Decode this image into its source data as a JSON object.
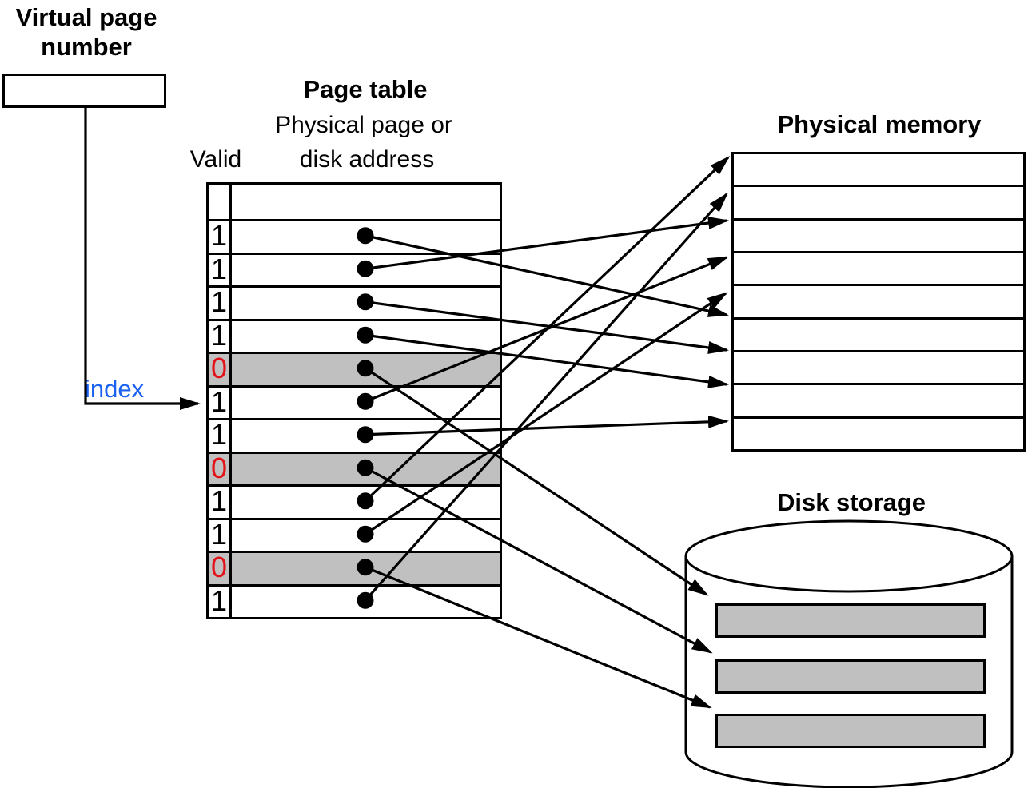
{
  "title_block": {
    "virtual_page_number": "Virtual page\nnumber",
    "index_label": "index"
  },
  "page_table": {
    "title": "Page table",
    "subtitle_line1": "Physical page or",
    "valid_column_header": "Valid",
    "address_column_header": "disk address",
    "valid_bits": [
      "1",
      "1",
      "1",
      "1",
      "0",
      "1",
      "1",
      "0",
      "1",
      "1",
      "0",
      "1"
    ]
  },
  "physical_memory": {
    "title": "Physical memory",
    "rows": 9
  },
  "disk_storage": {
    "title": "Disk storage",
    "blocks": 3
  },
  "connections": [
    {
      "entry": 1,
      "valid": "1",
      "target": "memory-6"
    },
    {
      "entry": 2,
      "valid": "1",
      "target": "memory-3"
    },
    {
      "entry": 3,
      "valid": "1",
      "target": "memory-7"
    },
    {
      "entry": 4,
      "valid": "1",
      "target": "memory-8"
    },
    {
      "entry": 5,
      "valid": "0",
      "target": "disk-1"
    },
    {
      "entry": 6,
      "valid": "1",
      "target": "memory-4"
    },
    {
      "entry": 7,
      "valid": "1",
      "target": "memory-9"
    },
    {
      "entry": 8,
      "valid": "0",
      "target": "disk-2"
    },
    {
      "entry": 9,
      "valid": "1",
      "target": "memory-1"
    },
    {
      "entry": 10,
      "valid": "1",
      "target": "memory-5"
    },
    {
      "entry": 11,
      "valid": "0",
      "target": "disk-3"
    },
    {
      "entry": 12,
      "valid": "1",
      "target": "memory-2"
    }
  ],
  "index_arrow_points_to_entry": 6,
  "colors": {
    "invalid_bit_red": "#e31219",
    "index_blue": "#1b62f3",
    "shaded_row_gray": "#c0c0c0",
    "line_black": "#000000"
  }
}
